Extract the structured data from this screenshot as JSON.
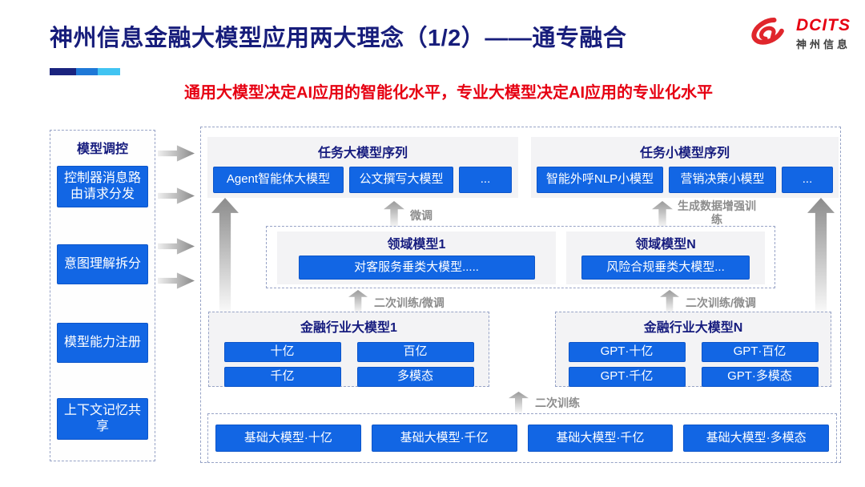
{
  "title": "神州信息金融大模型应用两大理念（1/2）——通专融合",
  "subtitle": "通用大模型决定AI应用的智能化水平，专业大模型决定AI应用的专业化水平",
  "logo": {
    "name": "DCITS",
    "name_cn": "神州信息",
    "icon": "dcits-swirl-icon"
  },
  "colors": {
    "accent_blue": "#1266e4",
    "navy_text": "#151b7e",
    "subtitle_red": "#e60012",
    "brand_red": "#e60012",
    "panel_gray": "#f3f3f5",
    "arrow_gray": "#8c8c8c",
    "deco_bar": [
      "#1a237e",
      "#1e78d7",
      "#41c4f2"
    ]
  },
  "sidebar": {
    "title": "模型调控",
    "items": [
      {
        "label": "控制器消息路由请求分发"
      },
      {
        "label": "意图理解拆分"
      },
      {
        "label": "模型能力注册"
      },
      {
        "label": "上下文记忆共享"
      }
    ]
  },
  "task_groups": [
    {
      "title": "任务大模型序列",
      "items": [
        {
          "label": "Agent智能体大模型"
        },
        {
          "label": "公文撰写大模型"
        },
        {
          "label": "..."
        }
      ]
    },
    {
      "title": "任务小模型序列",
      "items": [
        {
          "label": "智能外呼NLP小模型"
        },
        {
          "label": "营销决策小模型"
        },
        {
          "label": "..."
        }
      ]
    }
  ],
  "domain_groups": [
    {
      "title": "领域模型1",
      "model": "对客服务垂类大模型....."
    },
    {
      "title": "领域模型N",
      "model": "风险合规垂类大模型..."
    }
  ],
  "industry_groups": [
    {
      "title": "金融行业大模型1",
      "models": [
        "十亿",
        "百亿",
        "千亿",
        "多模态"
      ]
    },
    {
      "title": "金融行业大模型N",
      "models": [
        "GPT·十亿",
        "GPT·百亿",
        "GPT·千亿",
        "GPT·多模态"
      ]
    }
  ],
  "base_models": [
    {
      "label": "基础大模型·十亿"
    },
    {
      "label": "基础大模型·千亿"
    },
    {
      "label": "基础大模型·千亿"
    },
    {
      "label": "基础大模型·多模态"
    }
  ],
  "arrow_labels": {
    "finetune": "微调",
    "gen_data_training": "生成数据增强训练",
    "secondary_training_finetune_left": "二次训练/微调",
    "secondary_training_finetune_right": "二次训练/微调",
    "secondary_training": "二次训练"
  }
}
